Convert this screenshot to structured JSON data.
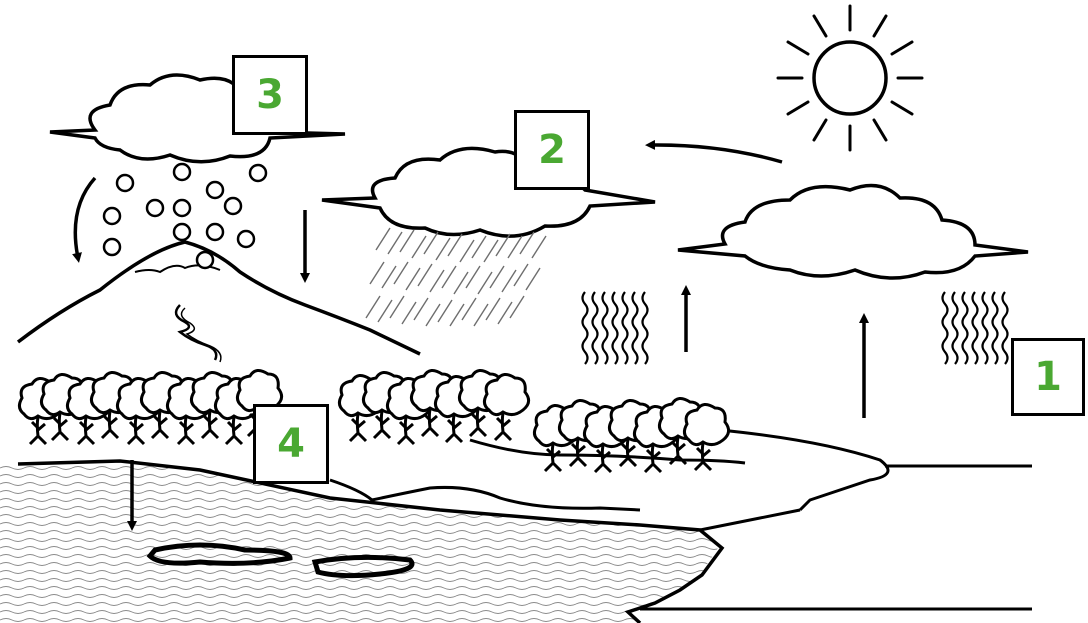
{
  "diagram": {
    "stage_labels": [
      {
        "id": "1",
        "text": "1"
      },
      {
        "id": "2",
        "text": "2"
      },
      {
        "id": "3",
        "text": "3"
      },
      {
        "id": "4",
        "text": "4"
      }
    ],
    "colors": {
      "label_text": "#4aa832",
      "line": "#000000",
      "background": "#ffffff"
    },
    "icons": [
      "sun-icon",
      "cloud-icon",
      "rain-icon",
      "hail-icon",
      "tree-icon",
      "vapor-icon",
      "arrow-icon"
    ]
  }
}
